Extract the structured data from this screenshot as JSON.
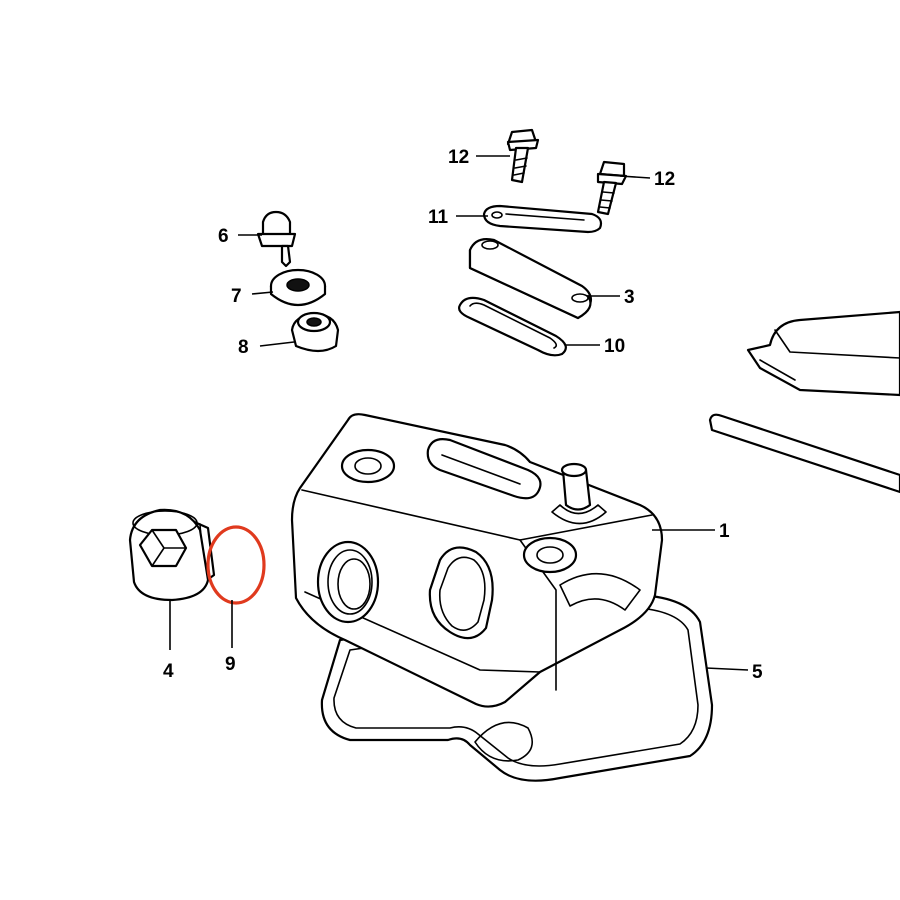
{
  "diagram": {
    "highlight_color": "#e03a1e",
    "line_color": "#000000",
    "background_color": "#ffffff",
    "callouts": {
      "c1": "1",
      "c3": "3",
      "c4": "4",
      "c5": "5",
      "c6": "6",
      "c7": "7",
      "c8": "8",
      "c9": "9",
      "c10": "10",
      "c11": "11",
      "c12a": "12",
      "c12b": "12"
    },
    "highlighted_part": "9"
  }
}
